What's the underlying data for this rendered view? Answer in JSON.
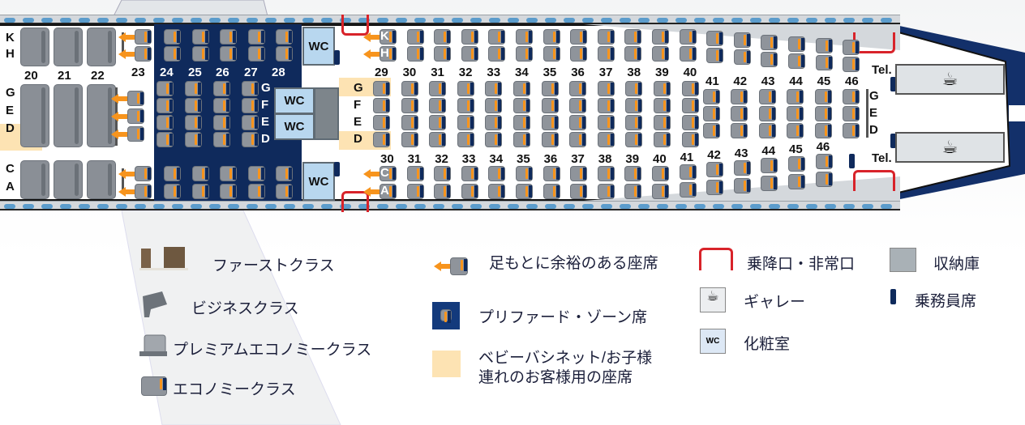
{
  "colors": {
    "preferred_zone": "#0f2a5c",
    "legroom_arrow": "#f7941d",
    "exit": "#d8232a",
    "bassinet": "#fde3b3",
    "wc": "#b8d7ef",
    "storage": "#a9b1b6"
  },
  "business_rows": [
    "20",
    "21",
    "22"
  ],
  "business_letters": {
    "top": [
      "K",
      "H"
    ],
    "middle": [
      "G",
      "E",
      "D"
    ],
    "bottom": [
      "C",
      "A"
    ]
  },
  "row_23": "23",
  "preferred_rows": [
    "24",
    "25",
    "26",
    "27",
    "28"
  ],
  "preferred_letters": [
    "G",
    "F",
    "E",
    "D"
  ],
  "economy_center_rows": [
    "29",
    "30",
    "31",
    "32",
    "33",
    "34",
    "35",
    "36",
    "37",
    "38",
    "39",
    "40"
  ],
  "economy_center_letters": [
    "G",
    "F",
    "E",
    "D"
  ],
  "economy_rear_rows": [
    "41",
    "42",
    "43",
    "44",
    "45",
    "46"
  ],
  "economy_rear_letters": [
    "G",
    "E",
    "D"
  ],
  "economy_bottom_rows": [
    "30",
    "31",
    "32",
    "33",
    "34",
    "35",
    "36",
    "37",
    "38",
    "39",
    "40",
    "41",
    "42",
    "43",
    "44",
    "45",
    "46"
  ],
  "economy_top_letters": [
    "K",
    "H"
  ],
  "economy_bottom_letters": [
    "C",
    "A"
  ],
  "wc_label": "WC",
  "tel_label": "Tel.",
  "galley_icon": "coffee-cup-icon",
  "legend": {
    "first": "ファーストクラス",
    "business": "ビジネスクラス",
    "premium": "プレミアムエコノミークラス",
    "economy": "エコノミークラス",
    "legroom": "足もとに余裕のある座席",
    "preferred": "プリファード・ゾーン席",
    "bassinet_line1": "ベビーバシネット/お子様",
    "bassinet_line2": "連れのお客様用の座席",
    "exit": "乗降口・非常口",
    "galley": "ギャレー",
    "wc": "化粧室",
    "wc_icon_label": "WC",
    "storage": "収納庫",
    "crew": "乗務員席"
  }
}
